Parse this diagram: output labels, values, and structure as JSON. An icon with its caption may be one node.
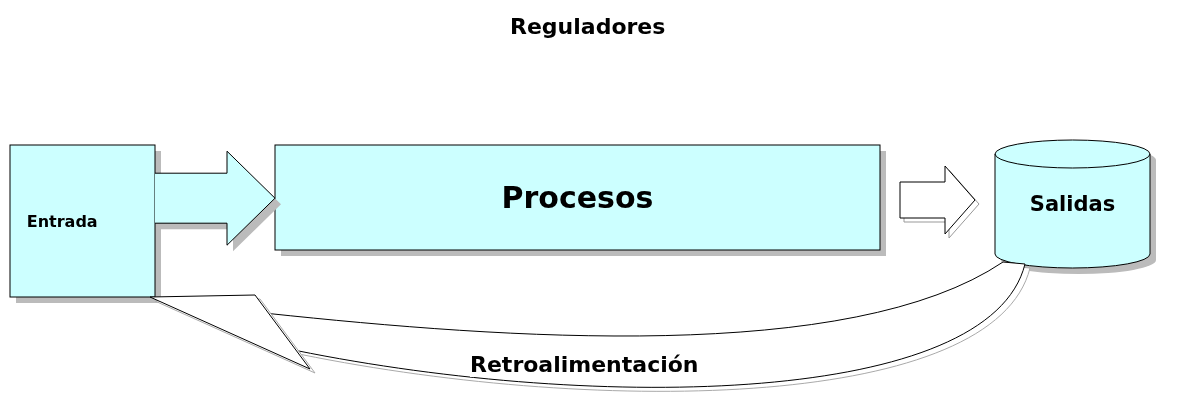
{
  "diagram": {
    "nodes": [
      {
        "text": [
          "Entrada"
        ]
      },
      {
        "text": [
          "Procesos"
        ]
      },
      {
        "text": [
          "Salidas"
        ]
      }
    ],
    "edges": [
      {
        "from": 0,
        "to": 1,
        "arrow": "to"
      },
      {
        "from": 1,
        "to": 2,
        "arrow": "to"
      },
      {
        "from": 2,
        "to": 0,
        "arrow": "to",
        "label": "Retroalimentación"
      }
    ],
    "labels": [
      "Reguladores"
    ]
  }
}
